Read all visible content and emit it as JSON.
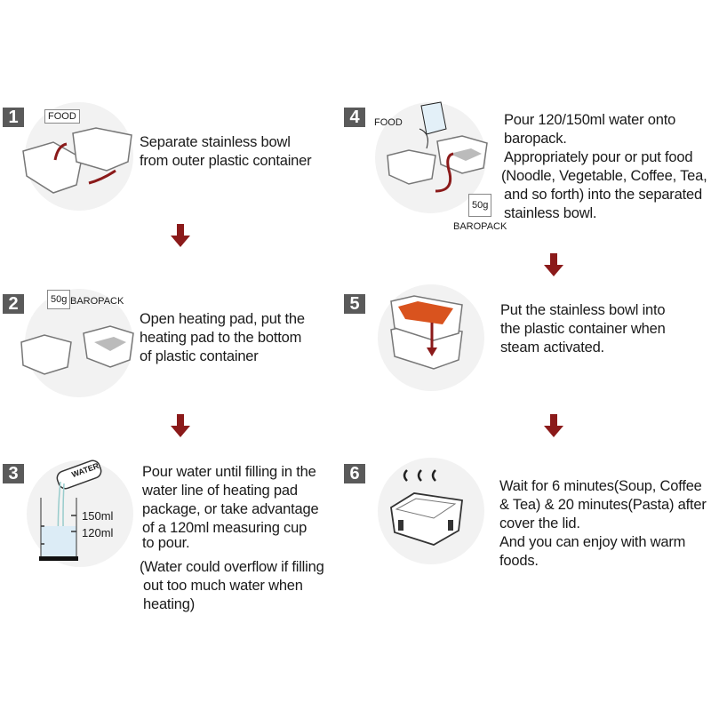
{
  "accent_color": "#8b1a1a",
  "steps": [
    {
      "number": "1",
      "labels": {
        "food": "FOOD"
      },
      "lines": [
        "Separate stainless bowl",
        "from outer plastic container"
      ]
    },
    {
      "number": "2",
      "labels": {
        "weight": "50g",
        "pack": "BAROPACK"
      },
      "lines": [
        "Open heating pad, put the",
        "heating pad to the bottom",
        "of plastic container"
      ]
    },
    {
      "number": "3",
      "labels": {
        "water": "WATER",
        "mark_high": "150ml",
        "mark_low": "120ml"
      },
      "lines": [
        "Pour water until filling in the",
        "water line of heating pad",
        "package, or take advantage",
        "of a 120ml measuring cup",
        "to pour."
      ],
      "note_lines": [
        "(Water could overflow if filling",
        "out too much water when",
        "heating)"
      ]
    },
    {
      "number": "4",
      "labels": {
        "food": "FOOD",
        "weight": "50g",
        "pack": "BAROPACK"
      },
      "lines": [
        "Pour 120/150ml water onto",
        "baropack.",
        "Appropriately pour or put food",
        "(Noodle, Vegetable, Coffee, Tea,",
        " and so forth) into the separated",
        "stainless bowl."
      ]
    },
    {
      "number": "5",
      "lines": [
        "Put the stainless bowl into",
        "the plastic container when",
        "steam activated."
      ]
    },
    {
      "number": "6",
      "lines": [
        "Wait for 6 minutes(Soup, Coffee",
        "& Tea) & 20 minutes(Pasta) after",
        "cover the lid.",
        "And you can enjoy with warm",
        "foods."
      ]
    }
  ]
}
